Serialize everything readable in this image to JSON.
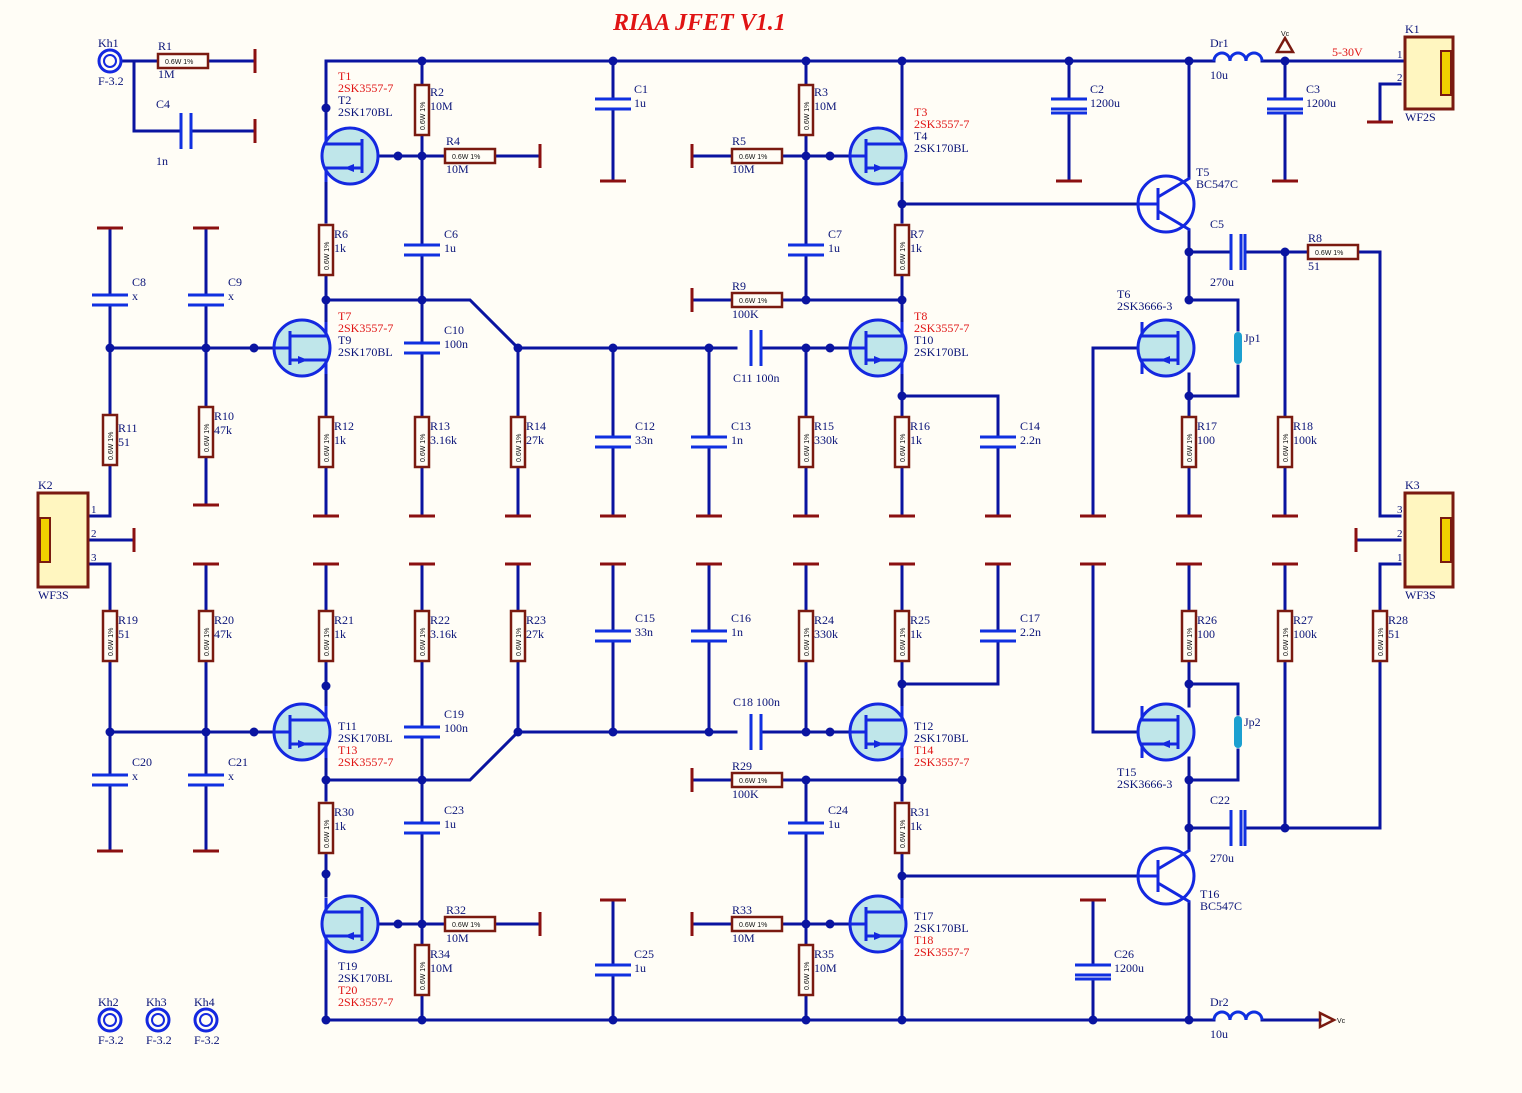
{
  "title": "RIAA JFET V1.1",
  "supply": "5-30V",
  "vc": "Vc",
  "res_marking": "0.6W 1%",
  "resistors": [
    {
      "ref": "R1",
      "val": "1M"
    },
    {
      "ref": "R2",
      "val": "10M"
    },
    {
      "ref": "R3",
      "val": "10M"
    },
    {
      "ref": "R4",
      "val": "10M"
    },
    {
      "ref": "R5",
      "val": "10M"
    },
    {
      "ref": "R6",
      "val": "1k"
    },
    {
      "ref": "R7",
      "val": "1k"
    },
    {
      "ref": "R8",
      "val": "51"
    },
    {
      "ref": "R9",
      "val": "100K"
    },
    {
      "ref": "R10",
      "val": "47k"
    },
    {
      "ref": "R11",
      "val": "51"
    },
    {
      "ref": "R12",
      "val": "1k"
    },
    {
      "ref": "R13",
      "val": "3.16k"
    },
    {
      "ref": "R14",
      "val": "27k"
    },
    {
      "ref": "R15",
      "val": "330k"
    },
    {
      "ref": "R16",
      "val": "1k"
    },
    {
      "ref": "R17",
      "val": "100"
    },
    {
      "ref": "R18",
      "val": "100k"
    },
    {
      "ref": "R19",
      "val": "51"
    },
    {
      "ref": "R20",
      "val": "47k"
    },
    {
      "ref": "R21",
      "val": "1k"
    },
    {
      "ref": "R22",
      "val": "3.16k"
    },
    {
      "ref": "R23",
      "val": "27k"
    },
    {
      "ref": "R24",
      "val": "330k"
    },
    {
      "ref": "R25",
      "val": "1k"
    },
    {
      "ref": "R26",
      "val": "100"
    },
    {
      "ref": "R27",
      "val": "100k"
    },
    {
      "ref": "R28",
      "val": "51"
    },
    {
      "ref": "R29",
      "val": "100K"
    },
    {
      "ref": "R30",
      "val": "1k"
    },
    {
      "ref": "R31",
      "val": "1k"
    },
    {
      "ref": "R32",
      "val": "10M"
    },
    {
      "ref": "R33",
      "val": "10M"
    },
    {
      "ref": "R34",
      "val": "10M"
    },
    {
      "ref": "R35",
      "val": "10M"
    }
  ],
  "capacitors": [
    {
      "ref": "C1",
      "val": "1u"
    },
    {
      "ref": "C2",
      "val": "1200u"
    },
    {
      "ref": "C3",
      "val": "1200u"
    },
    {
      "ref": "C4",
      "val": "1n"
    },
    {
      "ref": "C5",
      "val": "270u"
    },
    {
      "ref": "C6",
      "val": "1u"
    },
    {
      "ref": "C7",
      "val": "1u"
    },
    {
      "ref": "C8",
      "val": "x"
    },
    {
      "ref": "C9",
      "val": "x"
    },
    {
      "ref": "C10",
      "val": "100n"
    },
    {
      "ref": "C11",
      "val": "C11 100n"
    },
    {
      "ref": "C12",
      "val": "33n"
    },
    {
      "ref": "C13",
      "val": "1n"
    },
    {
      "ref": "C14",
      "val": "2.2n"
    },
    {
      "ref": "C15",
      "val": "33n"
    },
    {
      "ref": "C16",
      "val": "1n"
    },
    {
      "ref": "C17",
      "val": "2.2n"
    },
    {
      "ref": "C18",
      "val": "C18 100n"
    },
    {
      "ref": "C19",
      "val": "100n"
    },
    {
      "ref": "C20",
      "val": "x"
    },
    {
      "ref": "C21",
      "val": "x"
    },
    {
      "ref": "C22",
      "val": "270u"
    },
    {
      "ref": "C23",
      "val": "1u"
    },
    {
      "ref": "C24",
      "val": "1u"
    },
    {
      "ref": "C25",
      "val": "1u"
    },
    {
      "ref": "C26",
      "val": "1200u"
    }
  ],
  "transistors": [
    {
      "alt": "T1",
      "alt_type": "2SK3557-7",
      "ref": "T2",
      "type": "2SK170BL"
    },
    {
      "alt": "T3",
      "alt_type": "2SK3557-7",
      "ref": "T4",
      "type": "2SK170BL"
    },
    {
      "alt": "T7",
      "alt_type": "2SK3557-7",
      "ref": "T9",
      "type": "2SK170BL"
    },
    {
      "alt": "T8",
      "alt_type": "2SK3557-7",
      "ref": "T10",
      "type": "2SK170BL"
    },
    {
      "ref": "T11",
      "type": "2SK170BL",
      "alt": "T13",
      "alt_type": "2SK3557-7"
    },
    {
      "ref": "T12",
      "type": "2SK170BL",
      "alt": "T14",
      "alt_type": "2SK3557-7"
    },
    {
      "ref": "T17",
      "type": "2SK170BL",
      "alt": "T18",
      "alt_type": "2SK3557-7"
    },
    {
      "ref": "T19",
      "type": "2SK170BL",
      "alt": "T20",
      "alt_type": "2SK3557-7"
    },
    {
      "ref": "T6",
      "type": "2SK3666-3"
    },
    {
      "ref": "T15",
      "type": "2SK3666-3"
    },
    {
      "ref": "T5",
      "type": "BC547C"
    },
    {
      "ref": "T16",
      "type": "BC547C"
    }
  ],
  "inductors": [
    {
      "ref": "Dr1",
      "val": "10u"
    },
    {
      "ref": "Dr2",
      "val": "10u"
    }
  ],
  "jumpers": [
    "Jp1",
    "Jp2"
  ],
  "connectors": [
    {
      "ref": "K1",
      "type": "WF2S",
      "pins": [
        "1",
        "2"
      ]
    },
    {
      "ref": "K2",
      "type": "WF3S",
      "pins": [
        "1",
        "2",
        "3"
      ]
    },
    {
      "ref": "K3",
      "type": "WF3S",
      "pins": [
        "3",
        "2",
        "1"
      ]
    }
  ],
  "holes": [
    {
      "ref": "Kh1",
      "type": "F-3.2"
    },
    {
      "ref": "Kh2",
      "type": "F-3.2"
    },
    {
      "ref": "Kh3",
      "type": "F-3.2"
    },
    {
      "ref": "Kh4",
      "type": "F-3.2"
    }
  ]
}
